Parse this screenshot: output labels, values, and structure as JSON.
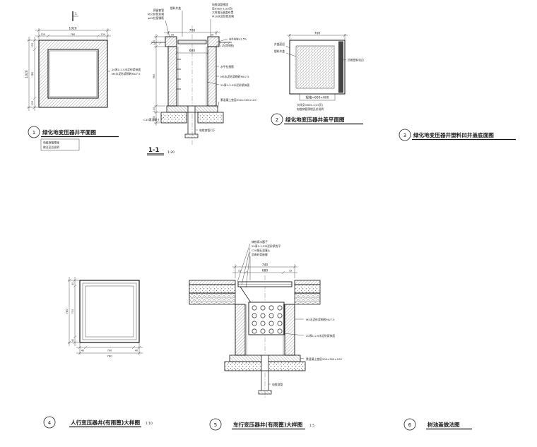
{
  "drawing": {
    "bg": "#ffffff",
    "ink": "#1c1c1c"
  },
  "titles": {
    "d1": {
      "num": "1",
      "text": "绿化地变压器井平面图",
      "scale": ""
    },
    "d2": {
      "num": "2",
      "text": "绿化地变压器井盖平面图",
      "scale": ""
    },
    "d3": {
      "num": "3",
      "text": "绿化地变压器井塑料凹井盖底面图",
      "scale": ""
    },
    "d4": {
      "num": "4",
      "text": "人行变压器井(有雨篦)大样图",
      "scale": "1:10"
    },
    "d5": {
      "num": "5",
      "text": "车行变压器井(有雨篦)大样图",
      "scale": "1:5"
    },
    "d6": {
      "num": "6",
      "text": "树池盖做法图",
      "scale": ""
    }
  },
  "section_mark": {
    "label": "1-1",
    "scale": "1:20",
    "cut": "1"
  },
  "plan1": {
    "dims": {
      "top_total": "1020",
      "top_seg_l": "120",
      "top_seg_m": "780",
      "top_seg_r": "120",
      "left_total": "1020",
      "left_seg_a": "120",
      "left_seg_b": "780",
      "left_seg_c": "120"
    },
    "notes": {
      "wall_1": "20厚1:2.5水泥砂浆抹面",
      "wall_2": "M5水泥砂浆砌砖MU7.5",
      "box_1": "电缆穿管预埋",
      "box_2": "做法见总说明"
    }
  },
  "section1": {
    "dims": {
      "top_total": "700",
      "top_seg_l": "20",
      "top_seg_r": "20",
      "clear": "680",
      "v_a": "120",
      "v_b": "960",
      "v_c": "100",
      "v_d": "100"
    },
    "notes": {
      "top_1": "塑料井盖",
      "top_2": "电缆穿管预埋",
      "top_3": "见05D5-1(25页)",
      "top_4": "大样变压器盖布置",
      "top_5": "M10水泥砂浆封堵",
      "left_1": "预留套管",
      "left_2": "M10砂浆封堵",
      "left_3": "φ12拉接钢筋",
      "mid_1": "(25页样图)",
      "right_slope": "向外找坡≥2.5%",
      "right_1": "水平拉接筋",
      "right_2": "M5水泥砂浆砌砖MU7.5",
      "right_3": "20厚1:2.5水泥砂浆抹面",
      "right_4": "素混凝土垫层300×300×100",
      "bottom_1": "C15素混凝土",
      "pipe_1": "电缆穿管引下"
    }
  },
  "plan2": {
    "dims": {
      "top_total": "700"
    },
    "notes": {
      "left_1": "井盖面层",
      "left_2": "塑料井盖",
      "right_1": "四周塑料包边",
      "spec": "规格=600×600",
      "sub_1": "大样见05D5-1(25页)",
      "sub_2": "电缆穿管预埋见总说明"
    }
  },
  "plan4": {
    "dims": {
      "bottom_total": "780",
      "bottom_mid": "700",
      "bottom_l": "40",
      "bottom_r": "40",
      "left_total": "780",
      "left_mid": "700",
      "left_a": "40",
      "left_b": "40"
    }
  },
  "section5": {
    "dims": {
      "top_total": "740",
      "clear": "680",
      "edge_l": "15",
      "edge_r": "15"
    },
    "notes": {
      "top_1": "铸铁雨水篦子",
      "top_2": "20厚1:2.5水泥砂浆找平",
      "top_3": "C20细石混凝土",
      "top_4": "沥青砂浆嵌缝",
      "right_1": "M5水泥砂浆砌砖MU7.5",
      "right_2": "20厚1:2.5水泥砂浆抹面",
      "right_3": "素混凝土垫层300×300×100",
      "pipe_1": "电缆穿管"
    }
  }
}
